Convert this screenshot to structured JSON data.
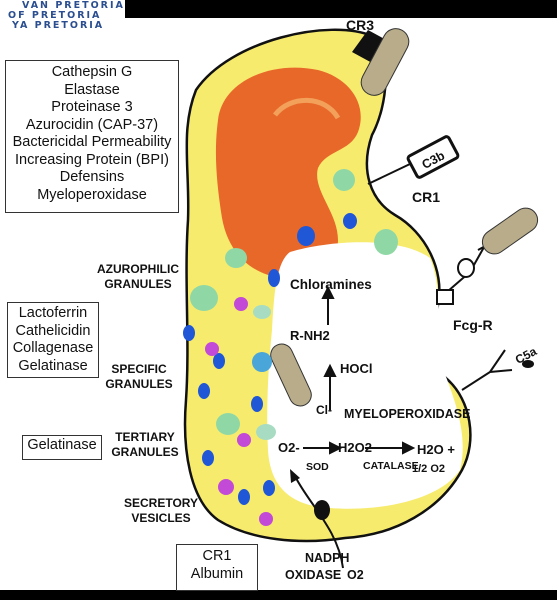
{
  "banner": [
    "VAN PRETORIA",
    "OF PRETORIA",
    "YA PRETORIA"
  ],
  "azurophilic_contents": [
    "Cathepsin G",
    "Elastase",
    "Proteinase 3",
    "Azurocidin (CAP-37)",
    "Bactericidal Permeability",
    "Increasing Protein (BPI)",
    "Defensins",
    "Myeloperoxidase"
  ],
  "specific_contents": [
    "Lactoferrin",
    "Cathelicidin",
    "Collagenase",
    "Gelatinase"
  ],
  "tertiary_contents": [
    "Gelatinase"
  ],
  "secretory_contents": [
    "CR1",
    "Albumin"
  ],
  "granule_labels": {
    "azurophilic": [
      "AZUROPHILIC",
      "GRANULES"
    ],
    "specific": [
      "SPECIFIC",
      "GRANULES"
    ],
    "tertiary": [
      "TERTIARY",
      "GRANULES"
    ],
    "secretory": [
      "SECRETORY",
      "VESICLES"
    ]
  },
  "receptors": {
    "cr3": "CR3",
    "c3b": "C3b",
    "cr1": "CR1",
    "fcgr": "Fcg-R",
    "c5a": "C5a"
  },
  "pathway": {
    "chloramines": "Chloramines",
    "rnh2": "R-NH2",
    "hocl": "HOCl",
    "cl": "Cl-",
    "myeloperoxidase": "MYELOPEROXIDASE",
    "o2_radical": "O2-",
    "sod": "SOD",
    "h2o2": "H2O2",
    "catalase": "CATALASE",
    "h2o": "H2O +",
    "half_o2": "1/2 O2",
    "nadph": "NADPH",
    "oxidase": "OXIDASE",
    "o2": "O2"
  }
}
